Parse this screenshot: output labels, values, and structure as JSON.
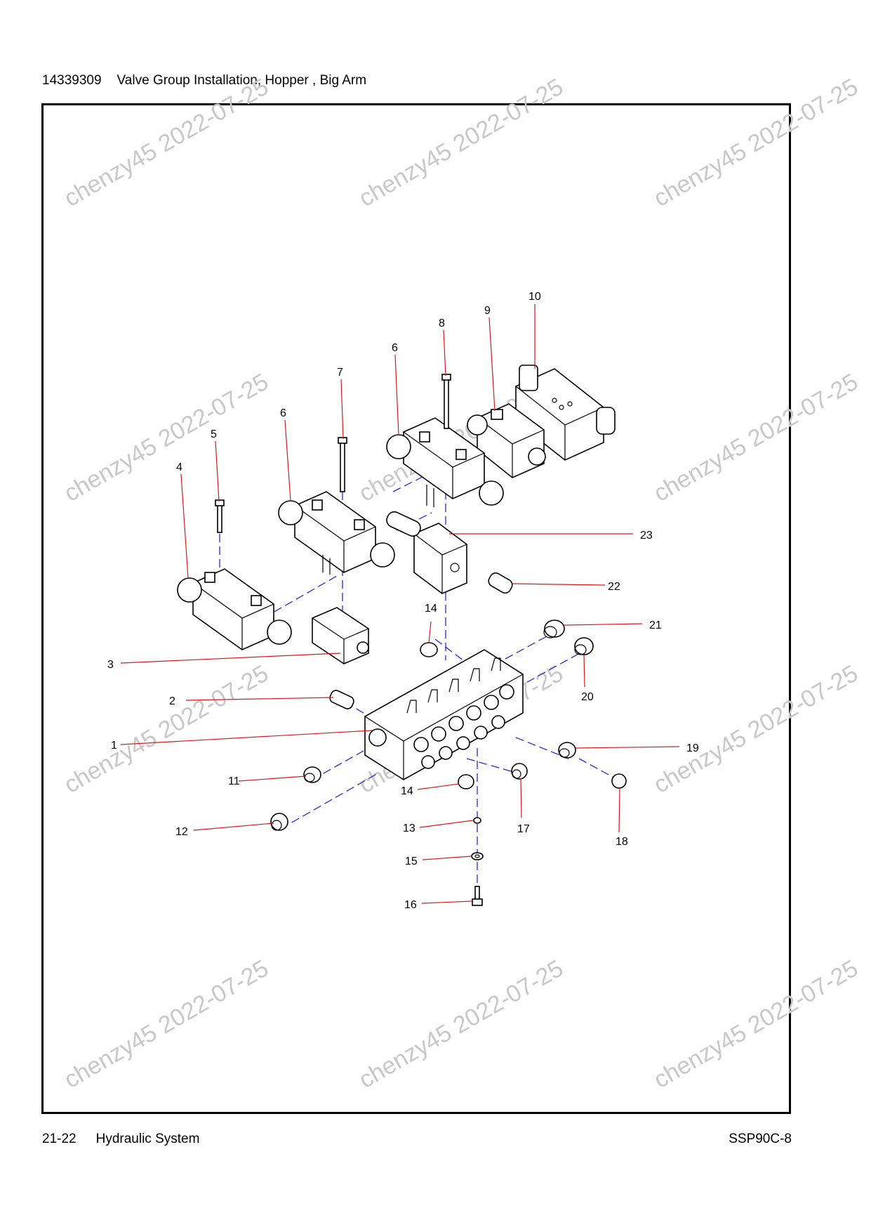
{
  "header": {
    "part_number": "14339309",
    "title": "Valve Group Installation, Hopper , Big Arm"
  },
  "footer": {
    "page": "21-22",
    "section": "Hydraulic System",
    "model": "SSP90C-8"
  },
  "watermark": "chenzy45 2022-07-25",
  "callouts": [
    "1",
    "2",
    "3",
    "4",
    "5",
    "6",
    "6",
    "7",
    "8",
    "9",
    "10",
    "11",
    "12",
    "13",
    "14",
    "14",
    "15",
    "16",
    "17",
    "18",
    "19",
    "20",
    "21",
    "22",
    "23"
  ],
  "colors": {
    "leader": "#d41c1c",
    "centerline": "#2a2ad6",
    "watermark": "#c8c8c8"
  }
}
